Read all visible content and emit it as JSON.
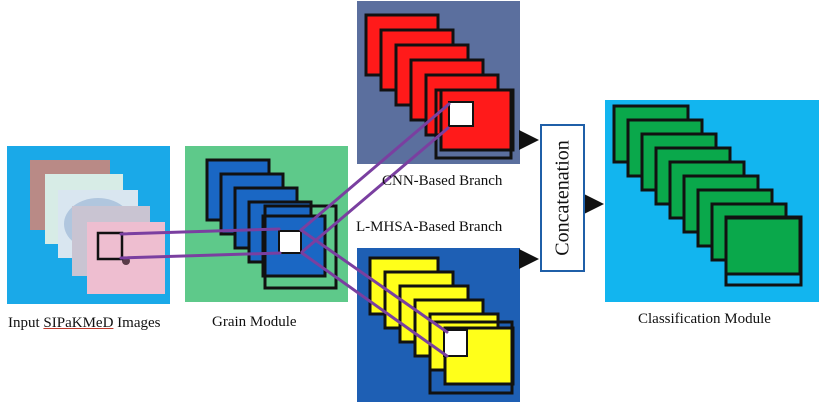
{
  "labels": {
    "input_prefix": "Input ",
    "input_dataset": "SIPaKMeD",
    "input_suffix": " Images",
    "grain": "Grain Module",
    "cnn": "CNN-Based Branch",
    "mhsa": "L-MHSA-Based Branch",
    "concat": "Concatenation",
    "classification": "Classification Module"
  },
  "colors": {
    "input_bg": "#1aa9e8",
    "grain_bg": "#5ec98a",
    "grain_fill": "#1a67c4",
    "cnn_bg": "#5b6f9e",
    "cnn_fill": "#ff1a1a",
    "mhsa_bg": "#1e5fb4",
    "mhsa_fill": "#ffff1a",
    "class_bg": "#12b5ef",
    "class_fill": "#0aa84b",
    "connector": "#7a3fa0",
    "concat_border": "#1f5fa8"
  }
}
